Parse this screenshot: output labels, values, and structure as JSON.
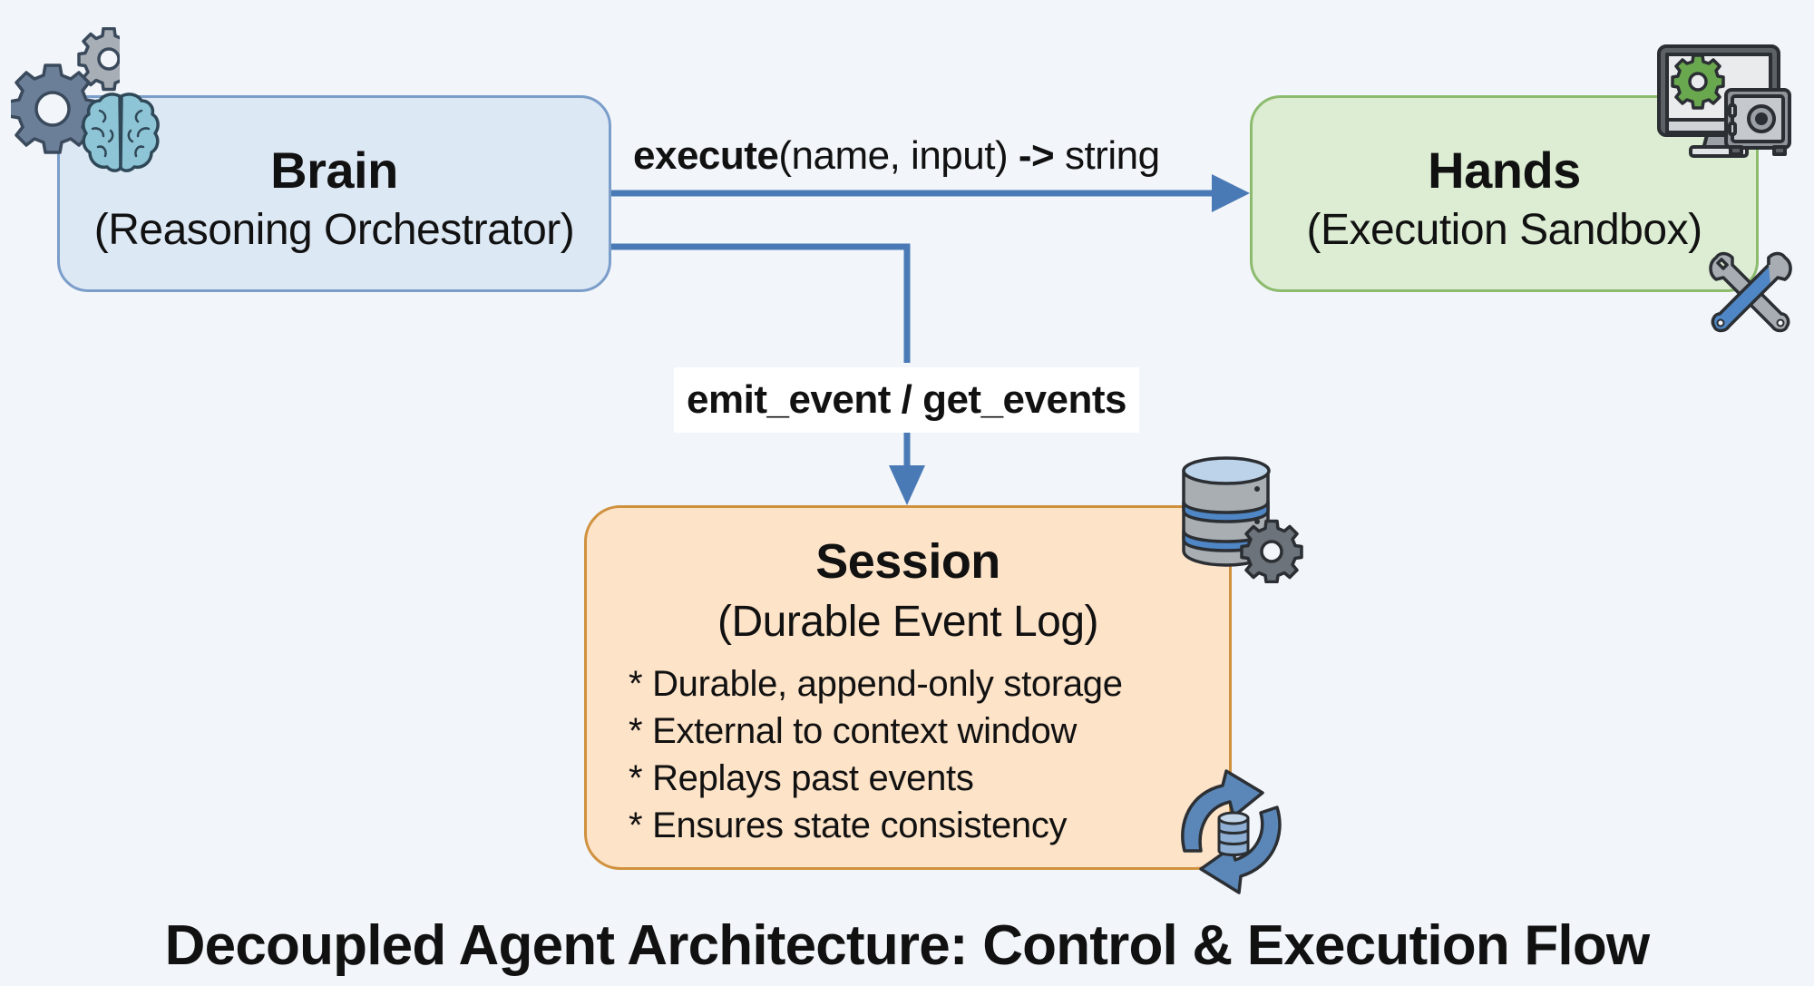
{
  "diagram": {
    "title": "Decoupled Agent Architecture: Control & Execution Flow",
    "colors": {
      "background": "#f2f6fa",
      "connector": "#4a7ab5",
      "brain_fill": "#dde8f5",
      "brain_border": "#7b9dc9",
      "hands_fill": "#dcedd3",
      "hands_border": "#8dbb6e",
      "session_fill": "#fde3c8",
      "session_border": "#d0913f"
    },
    "nodes": {
      "brain": {
        "title": "Brain",
        "subtitle": "(Reasoning Orchestrator)",
        "icons": [
          "gears-icon",
          "brain-icon"
        ]
      },
      "hands": {
        "title": "Hands",
        "subtitle": "(Execution Sandbox)",
        "icons": [
          "monitor-gear-icon",
          "safe-icon",
          "wrench-icon"
        ]
      },
      "session": {
        "title": "Session",
        "subtitle": "(Durable Event Log)",
        "bullets": [
          "* Durable, append-only storage",
          "* External to context window",
          "* Replays past events",
          "* Ensures state consistency"
        ],
        "icons": [
          "database-gear-icon",
          "sync-database-icon"
        ]
      }
    },
    "edges": {
      "execute": {
        "from": "Brain",
        "to": "Hands",
        "label_bold": "execute",
        "label_args": "(name, input) ",
        "label_arrow": "->",
        "label_return": " string"
      },
      "events": {
        "from": "Brain",
        "to": "Session",
        "label": "emit_event / get_events"
      }
    }
  }
}
